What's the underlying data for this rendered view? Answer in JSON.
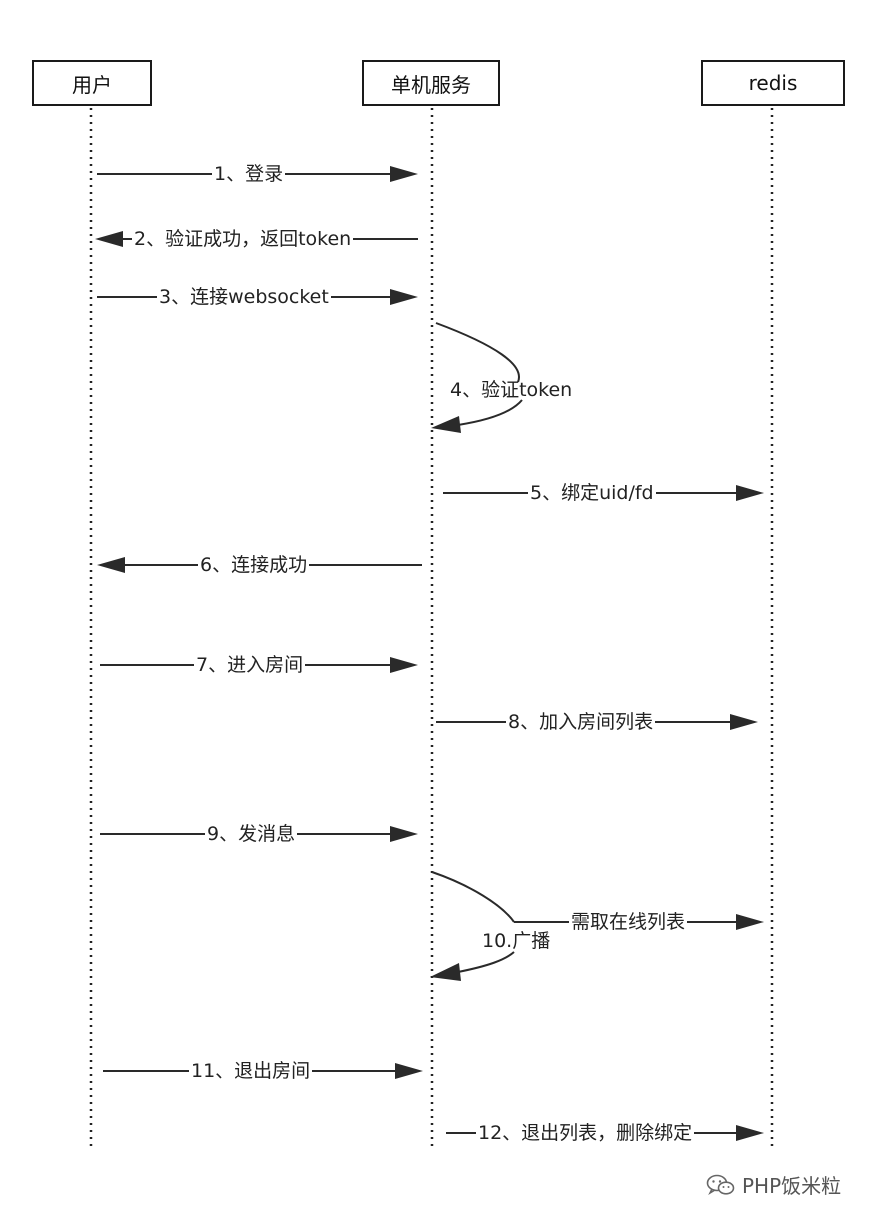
{
  "actors": {
    "user": "用户",
    "server": "单机服务",
    "redis": "redis"
  },
  "messages": [
    {
      "id": 1,
      "label": "1、登录",
      "from": "user",
      "to": "server"
    },
    {
      "id": 2,
      "label": "2、验证成功，返回token",
      "from": "server",
      "to": "user"
    },
    {
      "id": 3,
      "label": "3、连接websocket",
      "from": "user",
      "to": "server"
    },
    {
      "id": 4,
      "label": "4、验证token",
      "from": "server",
      "to": "server"
    },
    {
      "id": 5,
      "label": "5、绑定uid/fd",
      "from": "server",
      "to": "redis"
    },
    {
      "id": 6,
      "label": "6、连接成功",
      "from": "server",
      "to": "user"
    },
    {
      "id": 7,
      "label": "7、进入房间",
      "from": "user",
      "to": "server"
    },
    {
      "id": 8,
      "label": "8、加入房间列表",
      "from": "server",
      "to": "redis"
    },
    {
      "id": 9,
      "label": "9、发消息",
      "from": "user",
      "to": "server"
    },
    {
      "id": "9b",
      "label": "需取在线列表",
      "from": "server",
      "to": "redis"
    },
    {
      "id": 10,
      "label": "10.广播",
      "from": "server",
      "to": "server"
    },
    {
      "id": 11,
      "label": "11、退出房间",
      "from": "user",
      "to": "server"
    },
    {
      "id": 12,
      "label": "12、退出列表，删除绑定",
      "from": "server",
      "to": "redis"
    }
  ],
  "watermark": {
    "text": "PHP饭米粒",
    "icon": "wechat-icon"
  }
}
